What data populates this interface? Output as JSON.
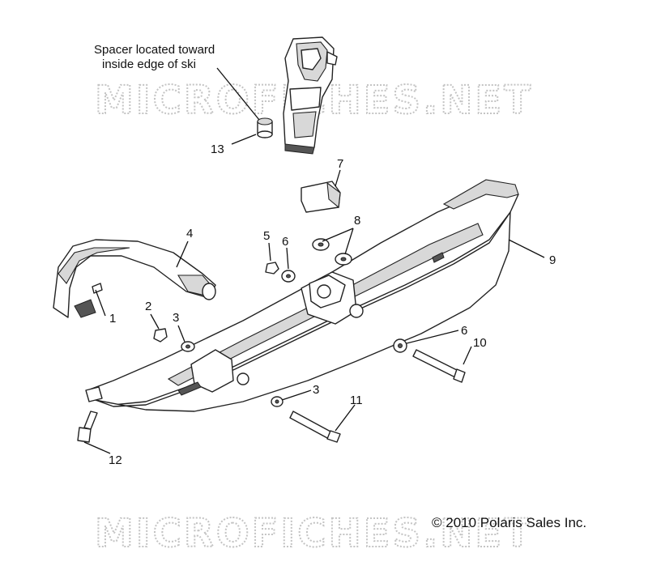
{
  "watermarks": [
    "MICROFICHES.NET",
    "MICROFICHES.NET"
  ],
  "note": {
    "line1": "Spacer located toward",
    "line2": "inside edge of ski"
  },
  "callouts": {
    "c1": "1",
    "c2": "2",
    "c3a": "3",
    "c3b": "3",
    "c4": "4",
    "c5": "5",
    "c6a": "6",
    "c6b": "6",
    "c7": "7",
    "c8": "8",
    "c9": "9",
    "c10": "10",
    "c11": "11",
    "c12": "12",
    "c13": "13"
  },
  "copyright": "© 2010 Polaris Sales Inc."
}
